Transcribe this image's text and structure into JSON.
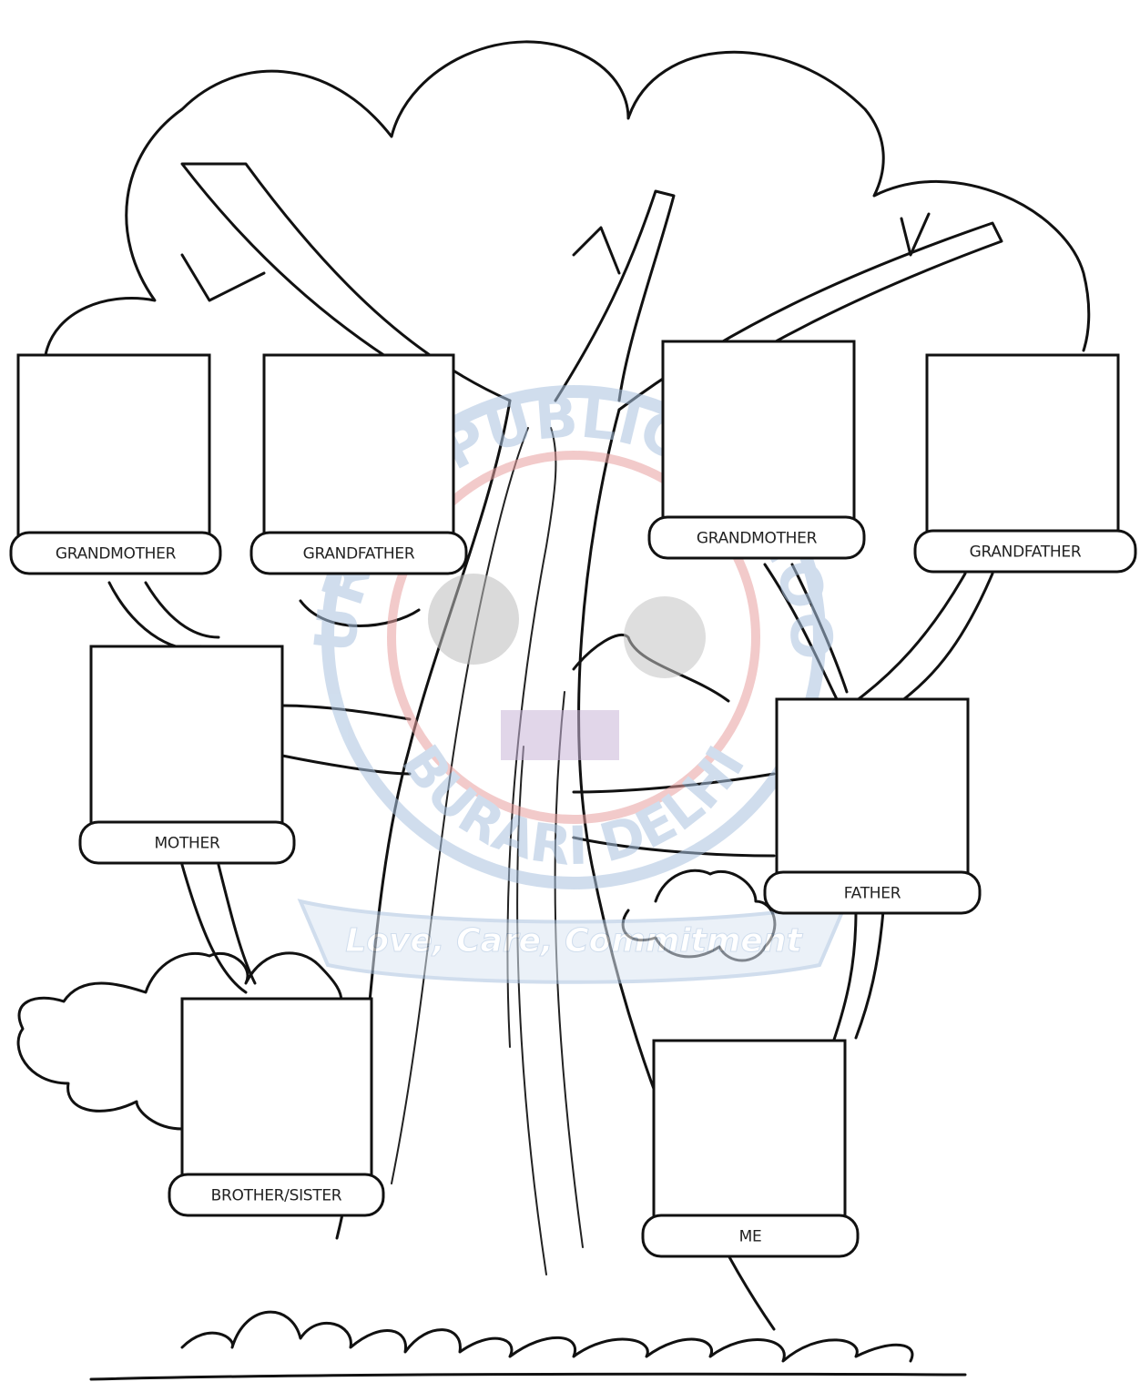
{
  "tree": {
    "members": [
      {
        "id": "maternal-grandmother",
        "label": "GRANDMOTHER"
      },
      {
        "id": "maternal-grandfather",
        "label": "GRANDFATHER"
      },
      {
        "id": "paternal-grandmother",
        "label": "GRANDMOTHER"
      },
      {
        "id": "paternal-grandfather",
        "label": "GRANDFATHER"
      },
      {
        "id": "mother",
        "label": "MOTHER"
      },
      {
        "id": "father",
        "label": "FATHER"
      },
      {
        "id": "brother-sister",
        "label": "BROTHER/SISTER"
      },
      {
        "id": "me",
        "label": "ME"
      }
    ]
  },
  "watermark": {
    "school_name": "BURARI PUBLIC SCHOOL",
    "location": "BURARI DELHI",
    "motto": "Love, Care, Commitment",
    "colors": {
      "blue": "#aac3e0",
      "red": "#e8a0a0",
      "grey": "#9a9a9a"
    }
  }
}
